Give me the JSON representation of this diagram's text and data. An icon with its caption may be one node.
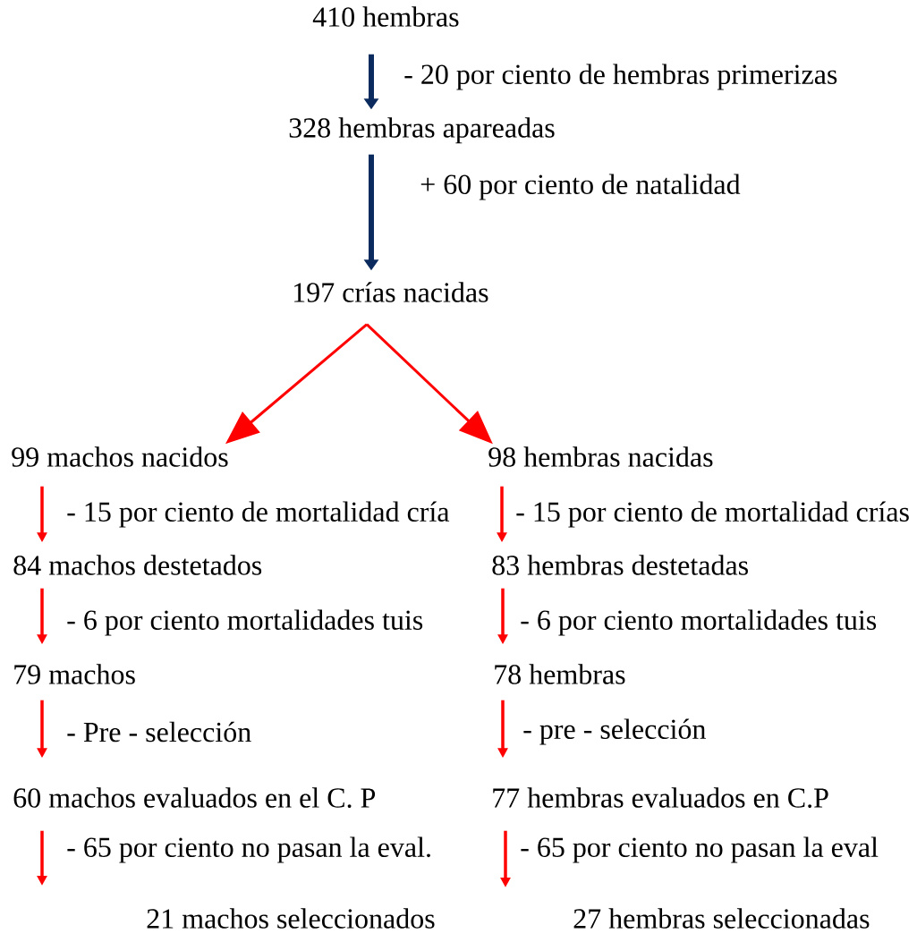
{
  "diagram": {
    "nodes": [
      {
        "text": [
          "410 hembras"
        ]
      },
      {
        "text": [
          "328 hembras apareadas"
        ]
      },
      {
        "text": [
          "197 crías nacidas"
        ]
      },
      {
        "text": [
          "99 machos nacidos"
        ]
      },
      {
        "text": [
          "98 hembras nacidas"
        ]
      },
      {
        "text": [
          "84 machos destetados"
        ]
      },
      {
        "text": [
          "83 hembras destetadas"
        ]
      },
      {
        "text": [
          "79 machos"
        ]
      },
      {
        "text": [
          "78 hembras"
        ]
      },
      {
        "text": [
          "60 machos evaluados en el C. P"
        ]
      },
      {
        "text": [
          "77 hembras evaluados en C.P"
        ]
      },
      {
        "text": [
          "21 machos seleccionados"
        ]
      },
      {
        "text": [
          "27 hembras seleccionadas"
        ]
      }
    ],
    "edges": [
      {
        "from": 0,
        "to": 1,
        "arrow": "to",
        "label": "- 20 por ciento de hembras primerizas",
        "color": "#0b2a5e"
      },
      {
        "from": 1,
        "to": 2,
        "arrow": "to",
        "label": "+ 60 por ciento de natalidad",
        "color": "#0b2a5e"
      },
      {
        "from": 2,
        "to": 3,
        "arrow": "to"
      },
      {
        "from": 2,
        "to": 4,
        "arrow": "to"
      },
      {
        "from": 3,
        "to": 5,
        "arrow": "to",
        "label": "- 15 por ciento de mortalidad cría"
      },
      {
        "from": 4,
        "to": 6,
        "arrow": "to",
        "label": "- 15 por ciento de mortalidad crías"
      },
      {
        "from": 5,
        "to": 7,
        "arrow": "to",
        "label": "- 6 por ciento mortalidades tuis"
      },
      {
        "from": 6,
        "to": 8,
        "arrow": "to",
        "label": "- 6 por ciento mortalidades tuis"
      },
      {
        "from": 7,
        "to": 9,
        "arrow": "to",
        "label": "- Pre - selección"
      },
      {
        "from": 8,
        "to": 10,
        "arrow": "to",
        "label": "- pre - selección"
      },
      {
        "from": 9,
        "to": null,
        "arrow": "to",
        "label": "- 65 por ciento no pasan la eval."
      },
      {
        "from": 10,
        "to": null,
        "arrow": "to",
        "label": "- 65 por ciento no pasan la eval"
      }
    ]
  }
}
